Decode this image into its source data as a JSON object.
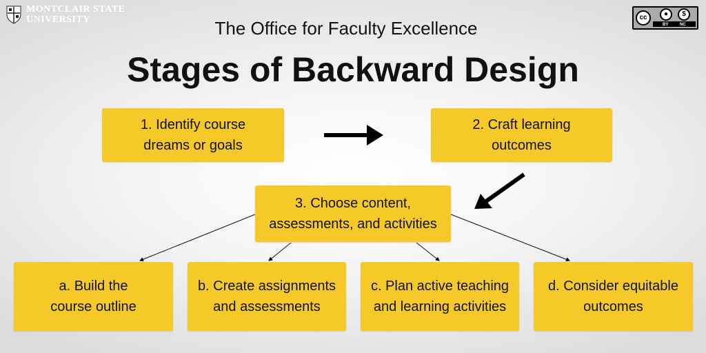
{
  "logo": {
    "line1": "MONTCLAIR STATE",
    "line2": "UNIVERSITY",
    "icon": "university-crest-icon"
  },
  "license": {
    "icon": "cc-by-nc-icon",
    "cc": "cc",
    "by": "BY",
    "nc": "NC"
  },
  "subtitle": "The Office for Faculty Excellence",
  "title": "Stages of Backward Design",
  "stages": {
    "s1": {
      "line1": "1. Identify course",
      "line2": "dreams or goals"
    },
    "s2": {
      "line1": "2. Craft learning",
      "line2": "outcomes"
    },
    "s3": {
      "line1": "3. Choose content,",
      "line2": "assessments, and activities"
    }
  },
  "substeps": {
    "a": {
      "line1": "a. Build the",
      "line2": "course outline"
    },
    "b": {
      "line1": "b. Create assignments",
      "line2": "and assessments"
    },
    "c": {
      "line1": "c. Plan active teaching",
      "line2": "and learning activities"
    },
    "d": {
      "line1": "d. Consider equitable",
      "line2": "outcomes"
    }
  },
  "colors": {
    "box": "#f5c928",
    "text": "#111111",
    "arrow": "#000000"
  }
}
